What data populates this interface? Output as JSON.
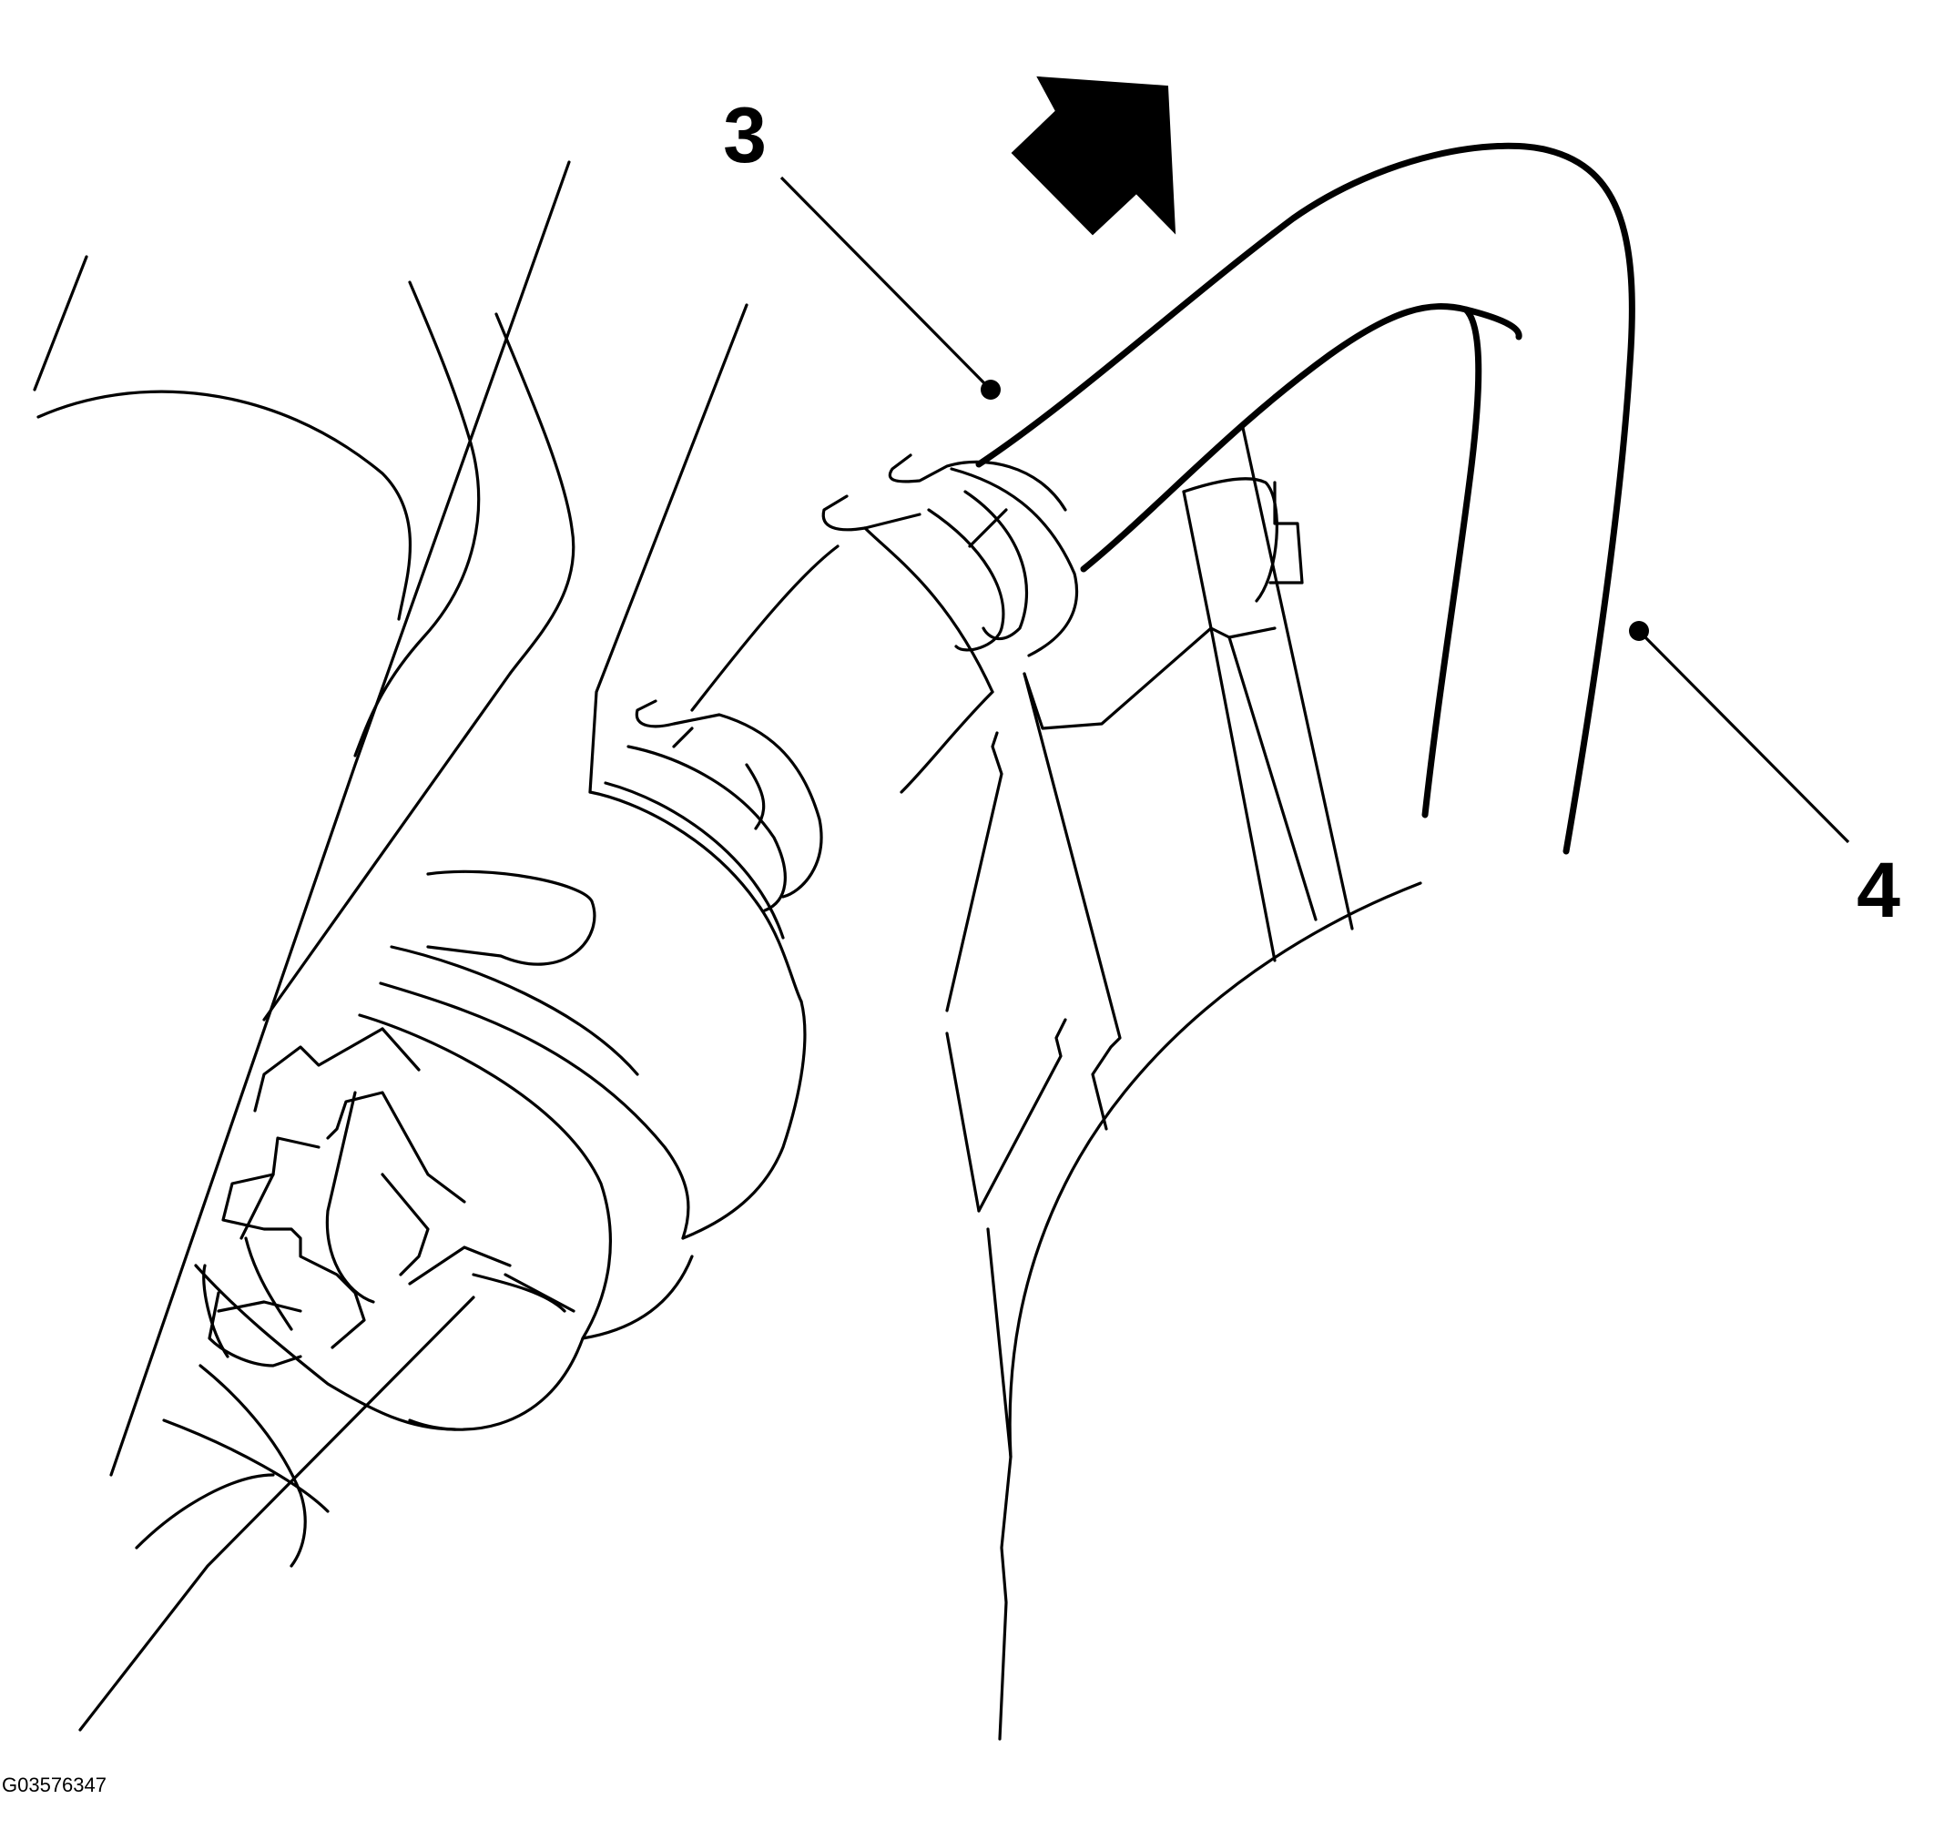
{
  "diagram": {
    "figure_id": "G03576347",
    "callouts": [
      {
        "id": "3",
        "label": "3"
      },
      {
        "id": "4",
        "label": "4"
      }
    ],
    "direction_arrow": "arrow-icon",
    "line_color": "#000000",
    "background_color": "#ffffff"
  }
}
